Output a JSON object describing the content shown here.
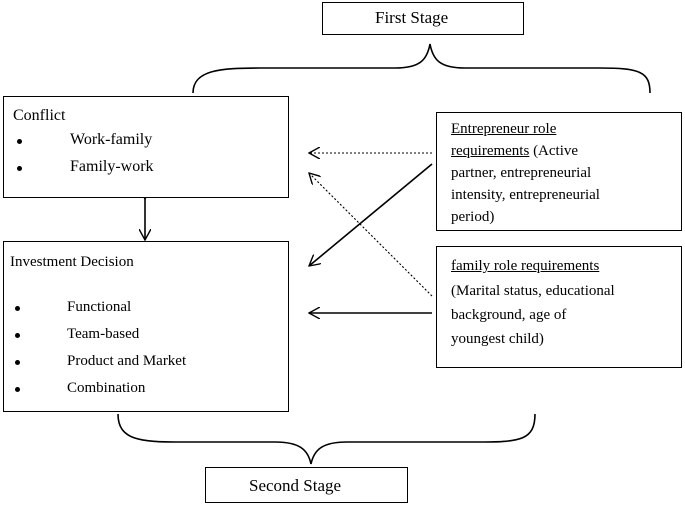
{
  "stages": {
    "first": "First Stage",
    "second": "Second Stage"
  },
  "conflict": {
    "title": "Conflict",
    "items": [
      "Work-family",
      "Family-work"
    ]
  },
  "investment": {
    "title": "Investment Decision",
    "items": [
      "Functional",
      "Team-based",
      "Product and Market",
      "Combination"
    ]
  },
  "entrepreneur": {
    "title_line1": "Entrepreneur role",
    "title_line2": "requirements",
    "detail_line2": " (Active",
    "detail_line3": "partner, entrepreneurial",
    "detail_line4": "intensity, entrepreneurial",
    "detail_line5": "period)"
  },
  "family": {
    "title": "family role requirements",
    "detail_line1": "(Marital status, educational",
    "detail_line2": "background,  age of",
    "detail_line3": "youngest child)"
  }
}
